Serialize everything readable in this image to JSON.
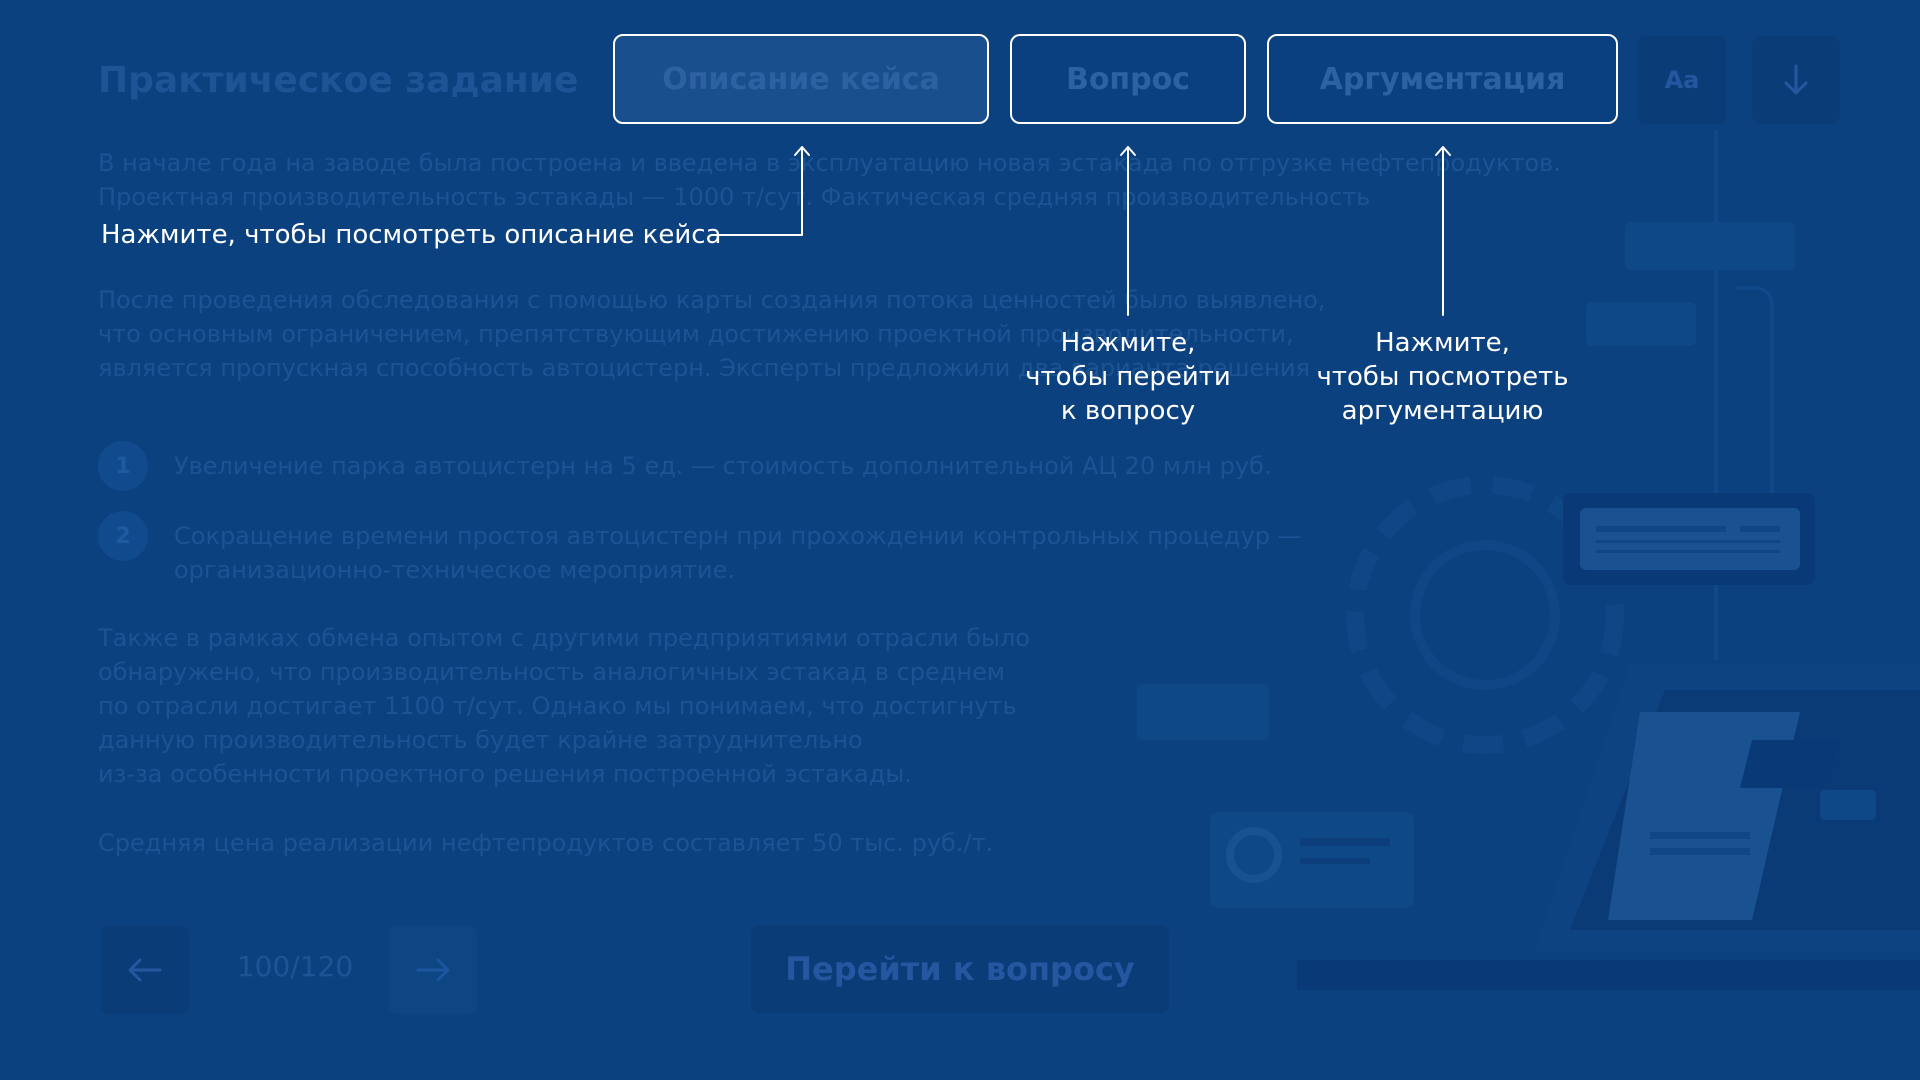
{
  "page": {
    "title": "Практическое задание",
    "paragraph1": "В начале года на заводе была построена и введена в эксплуатацию новая эстакада по отгрузке нефтепродуктов.\nПроектная производительность эстакады — 1000 т/сут. Фактическая средняя производительность",
    "paragraph2": "После проведения обследования с помощью карты создания потока ценностей было выявлено,\nчто основным ограничением, препятствующим достижению проектной производительности,\nявляется пропускная способность автоцистерн. Эксперты предложили два варианта решения",
    "items": [
      {
        "number": "1",
        "text": "Увеличение парка автоцистерн на 5 ед. — стоимость дополнительной АЦ 20 млн руб."
      },
      {
        "number": "2",
        "text": "Сокращение времени простоя автоцистерн при прохождении контрольных процедур —\nорганизационно-техническое мероприятие."
      }
    ],
    "paragraph3": "Также в рамках обмена опытом с другими предприятиями отрасли было\nобнаружено, что производительность аналогичных эстакад в среднем\nпо отрасли достигает 1100 т/сут. Однако мы понимаем, что достигнуть\nданную производительность будет крайне затруднительно\nиз-за особенности проектного решения построенной эстакады.",
    "paragraph4": "Средняя цена реализации нефтепродуктов составляет 50 тыс. руб./т."
  },
  "toolbar": {
    "tab_case": "Описание кейса",
    "tab_question": "Вопрос",
    "tab_args": "Аргументация",
    "font_button": "Аа",
    "download_icon": "arrow-down-icon"
  },
  "footer": {
    "prev_icon": "arrow-left-icon",
    "counter": "100/120",
    "next_icon": "arrow-right-icon",
    "go_button": "Перейти к вопросу"
  },
  "hints": {
    "case": "Нажмите, чтобы посмотреть описание кейса",
    "question": "Нажмите,\nчтобы перейти\nк вопросу",
    "args": "Нажмите,\nчтобы посмотреть\nаргументацию"
  },
  "colors": {
    "background": "#0c417f",
    "overlay_text": "#ffffff",
    "dimmed_text": "#1c5394"
  }
}
